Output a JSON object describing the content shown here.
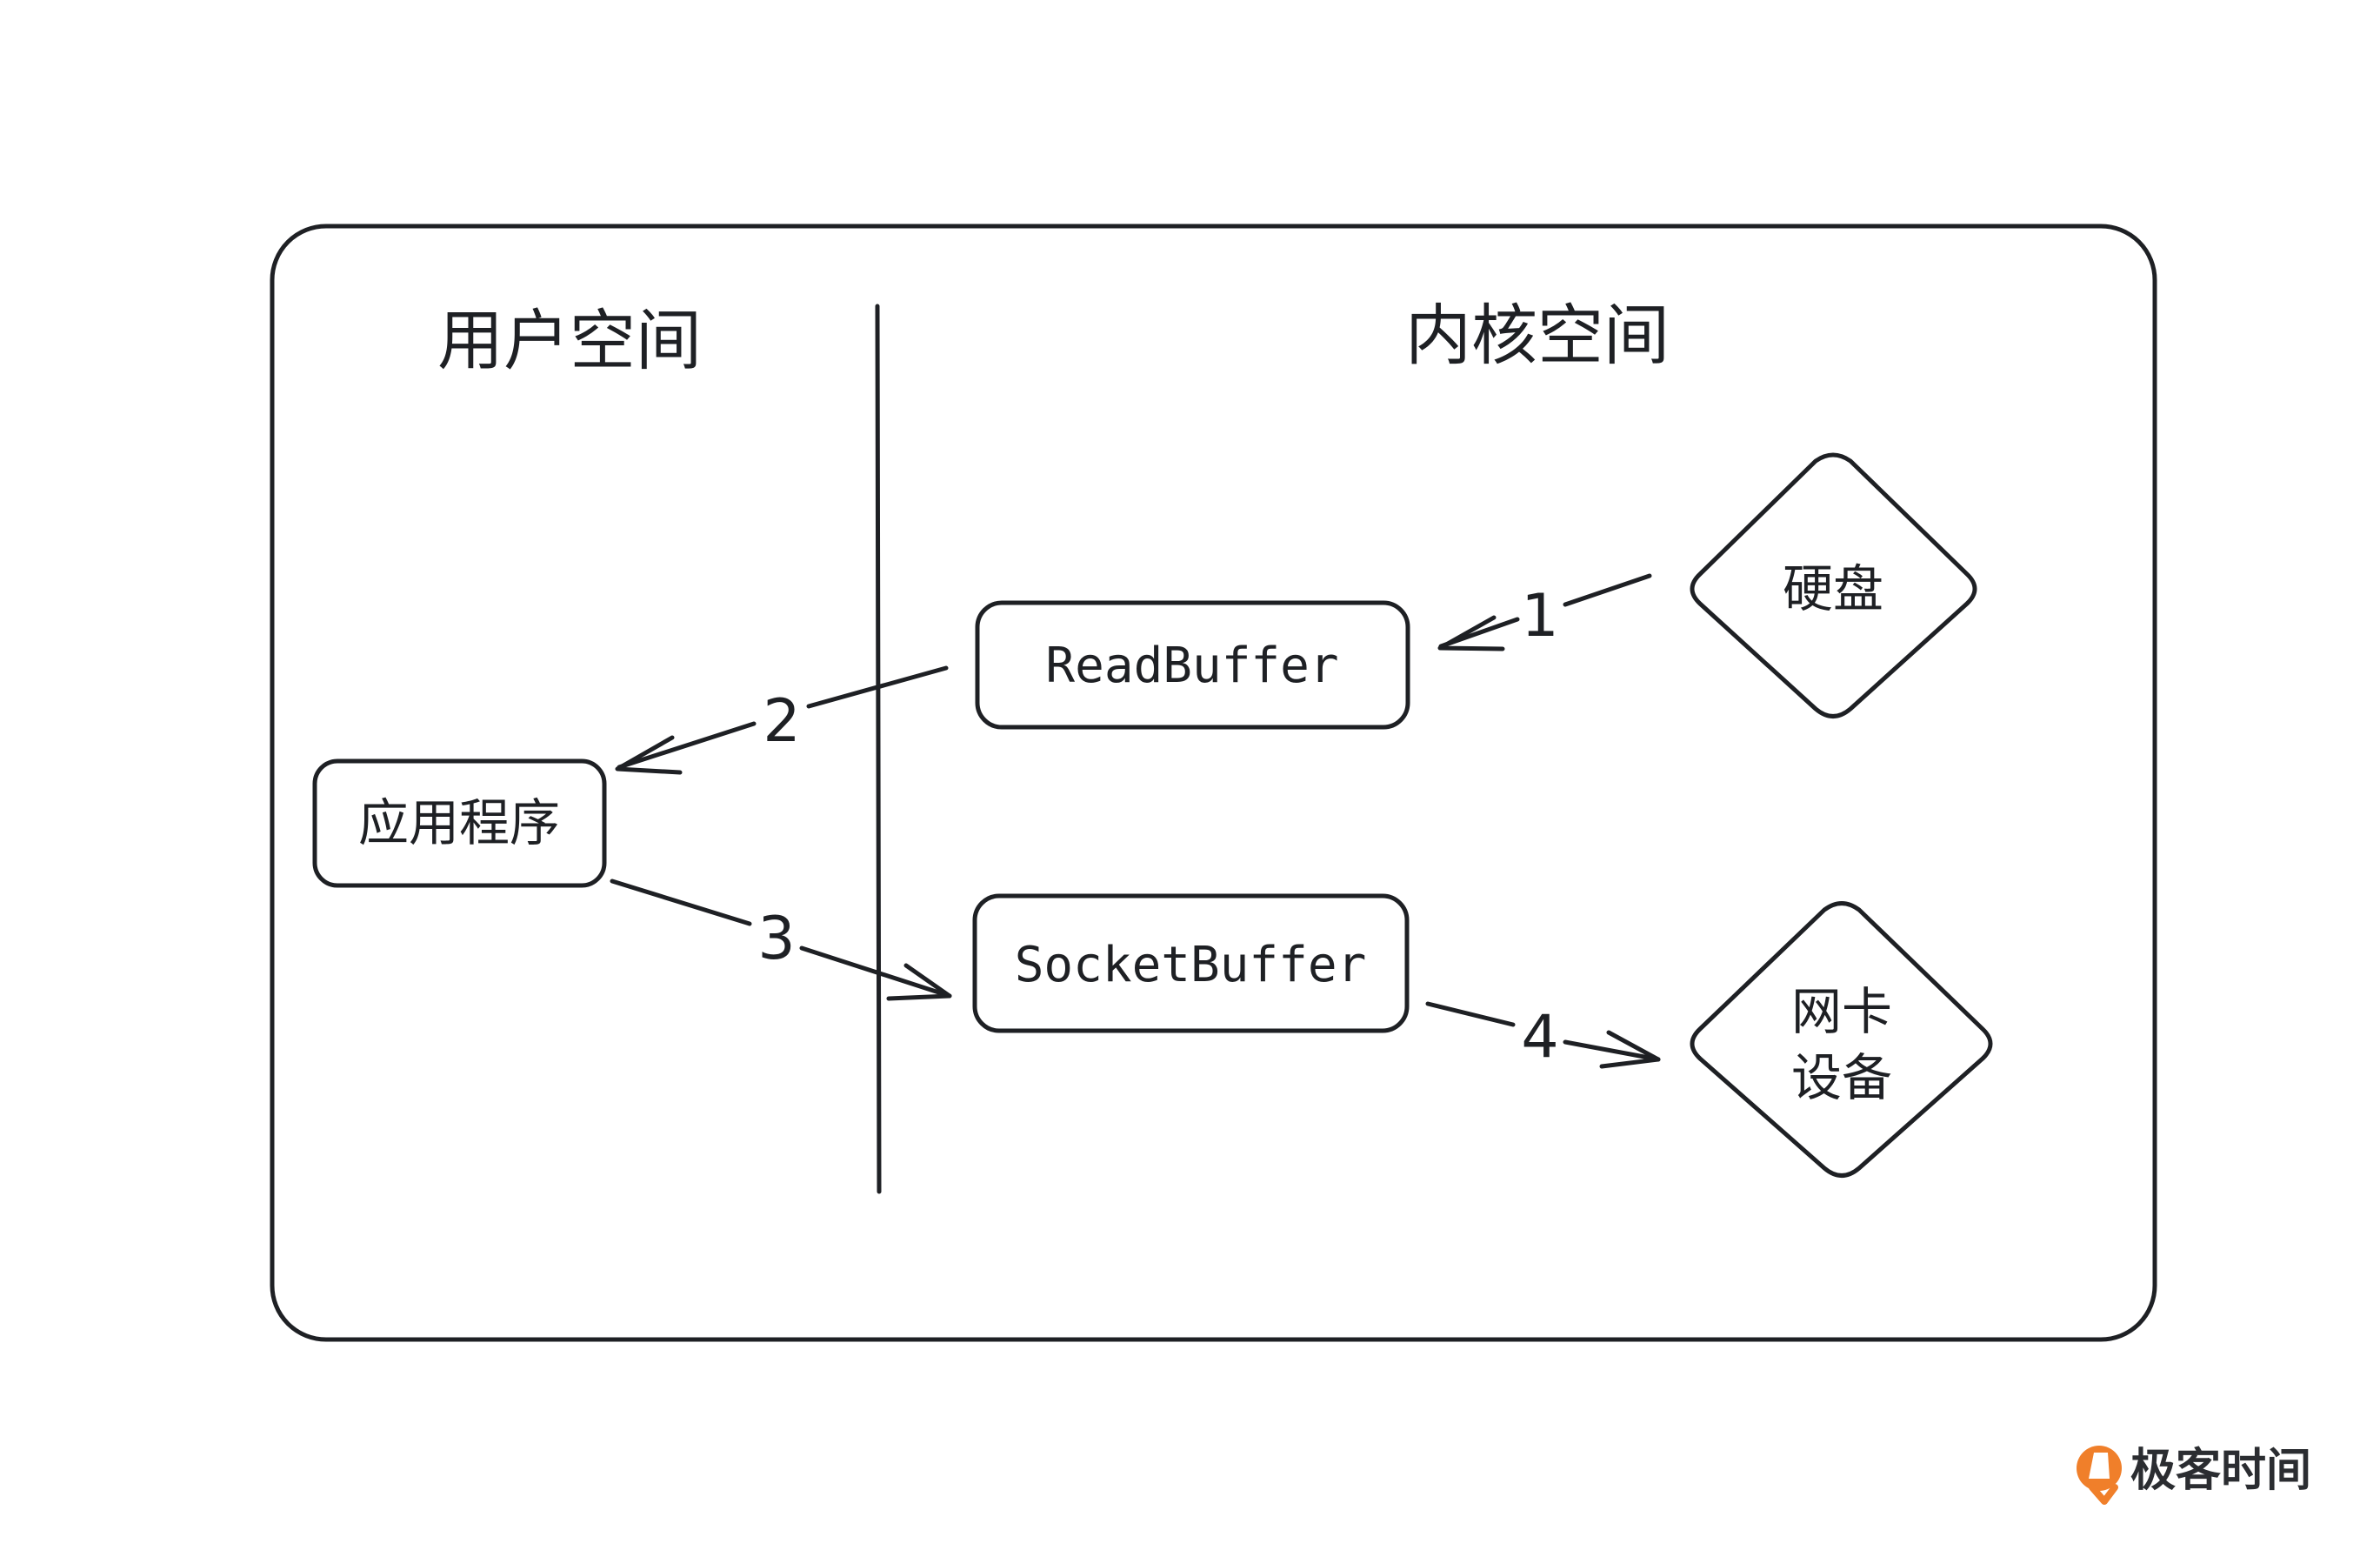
{
  "sections": {
    "user_space": "用户空间",
    "kernel_space": "内核空间"
  },
  "nodes": {
    "app": {
      "label": "应用程序",
      "fill": "#f8c958"
    },
    "read_buffer": {
      "label": "ReadBuffer",
      "fill": "#f4d0cf"
    },
    "socket_buffer": {
      "label": "SocketBuffer",
      "fill": "#d6e6ee"
    },
    "disk": {
      "label": "硬盘",
      "fill": "#d0d3d9"
    },
    "nic": {
      "label_line1": "网卡",
      "label_line2": "设备",
      "fill": "#d0d3d9"
    }
  },
  "edges": {
    "e1": "1",
    "e2": "2",
    "e3": "3",
    "e4": "4"
  },
  "brand": {
    "name": "极客时间",
    "accent": "#f07f2a"
  }
}
